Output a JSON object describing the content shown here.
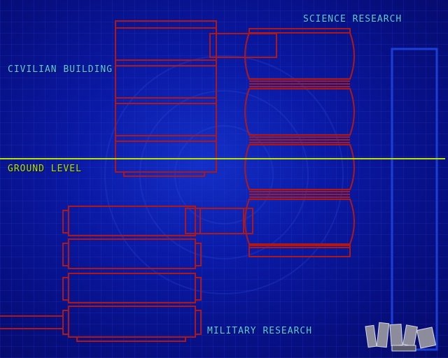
{
  "labels": {
    "science": "SCIENCE RESEARCH",
    "civilian": "CIVILIAN BUILDING",
    "ground": "GROUND LEVEL",
    "military": "MILITARY RESEARCH"
  },
  "colors": {
    "background": "#06066e",
    "module_outline": "#b01818",
    "ground_line": "#b8e000",
    "label_text": "#5ec8f0",
    "side_panel": "#1c3ed8"
  },
  "icons": [
    "logo-mark"
  ]
}
